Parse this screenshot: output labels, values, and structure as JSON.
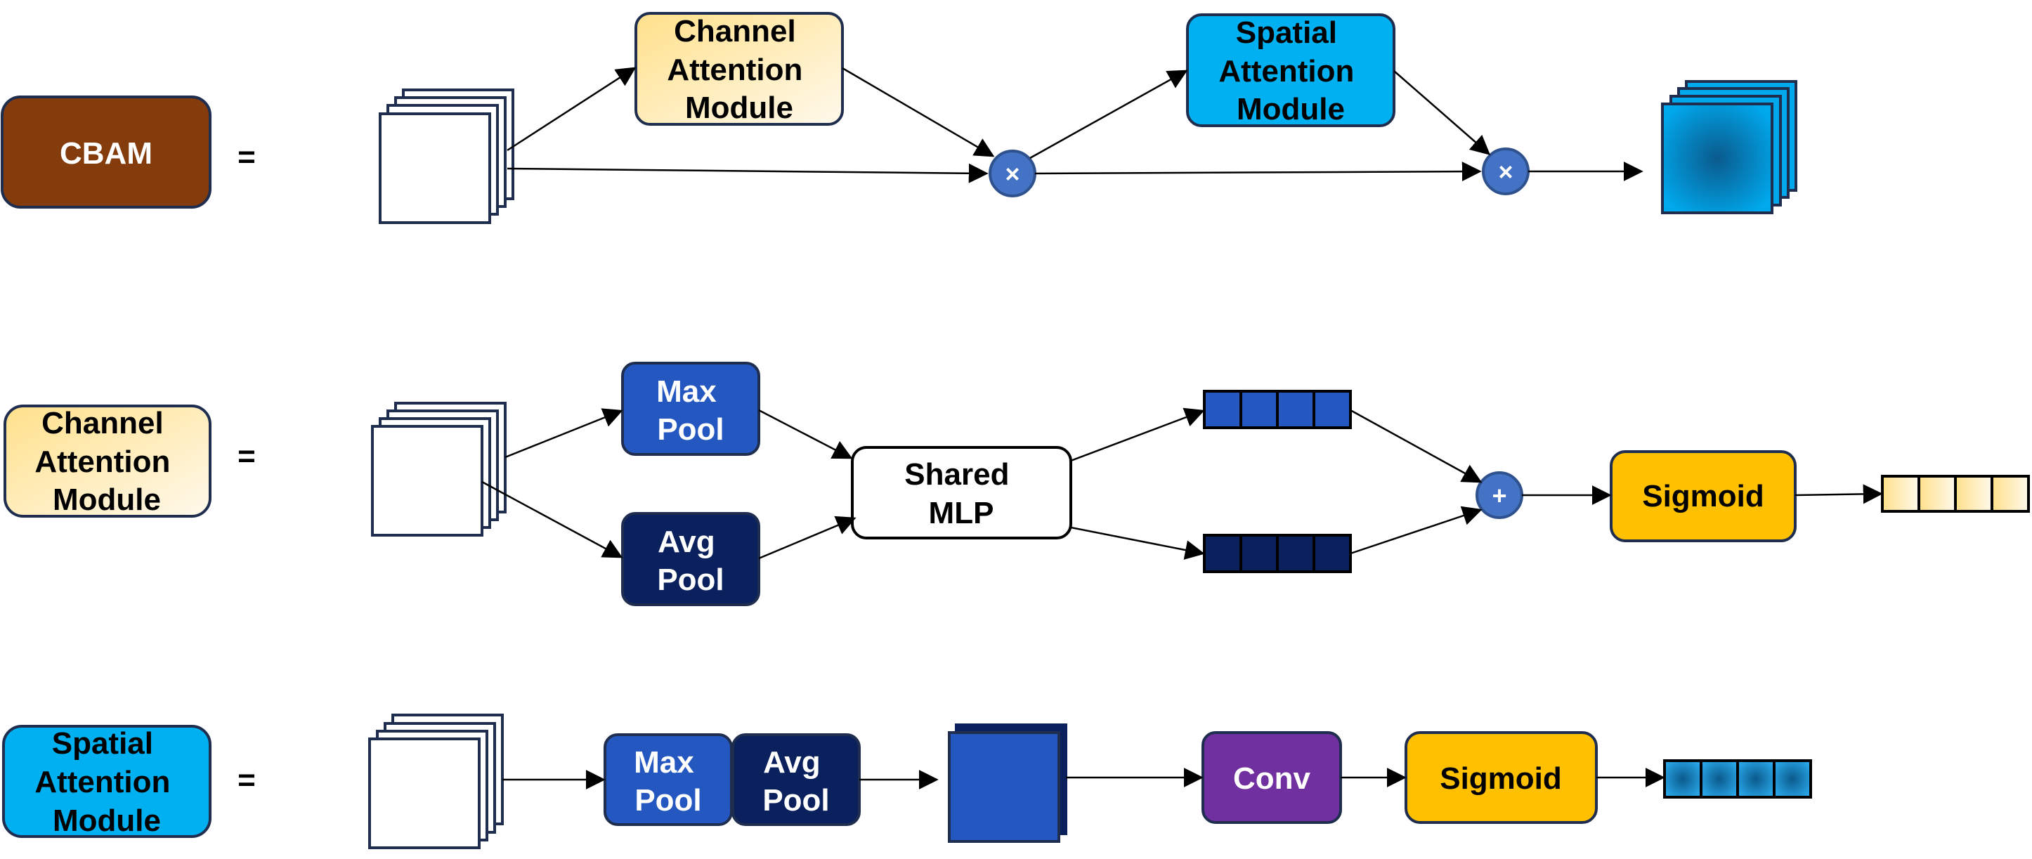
{
  "rows": {
    "cbam": {
      "label": "CBAM",
      "equals": "=",
      "channel_module": [
        "Channel",
        "Attention",
        "Module"
      ],
      "spatial_module": [
        "Spatial",
        "Attention",
        "Module"
      ],
      "multiply_1": "×",
      "multiply_2": "×"
    },
    "channel": {
      "label": [
        "Channel",
        "Attention",
        "Module"
      ],
      "equals": "=",
      "max_pool": [
        "Max",
        "Pool"
      ],
      "avg_pool": [
        "Avg",
        "Pool"
      ],
      "shared_mlp": [
        "Shared",
        "MLP"
      ],
      "add": "+",
      "sigmoid": "Sigmoid"
    },
    "spatial": {
      "label": [
        "Spatial",
        "Attention",
        "Module"
      ],
      "equals": "=",
      "max_pool": [
        "Max",
        "Pool"
      ],
      "avg_pool": [
        "Avg",
        "Pool"
      ],
      "conv": "Conv",
      "sigmoid": "Sigmoid"
    }
  },
  "colors": {
    "cbam_brown": "#843C0C",
    "channel_cream_start": "#FFE699",
    "channel_cream_end": "#FFF8E8",
    "spatial_cyan": "#00B0F0",
    "max_pool_blue": "#2458C0",
    "avg_pool_navy": "#0A215E",
    "op_circle": "#4472C4",
    "sigmoid_gold": "#FFC000",
    "conv_purple": "#7030A0",
    "outline": "#1F2D4F"
  }
}
